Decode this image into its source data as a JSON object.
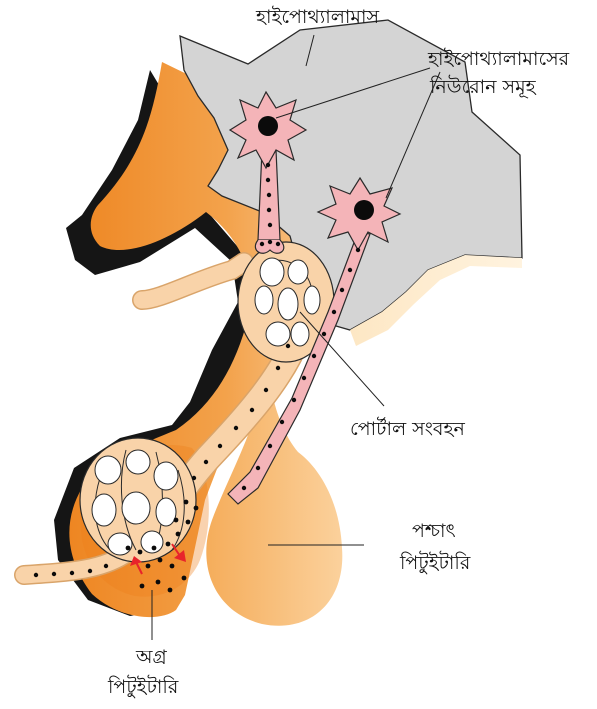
{
  "labels": {
    "hypothalamus": "হাইপোথ্যালামাস",
    "neurons_line1": "হাইপোথ্যালামাসের",
    "neurons_line2": "নিউরোন সমূহ",
    "portal": "পোর্টাল সংবহন",
    "posterior_line1": "পশ্চাৎ",
    "posterior_line2": "পিটুইটারি",
    "anterior_line1": "অগ্র",
    "anterior_line2": "পিটুইটারি"
  },
  "colors": {
    "hypothalamus_fill": "#d4d4d4",
    "orange_dark": "#f08c2a",
    "orange_light": "#f6bf7e",
    "posterior_fill": "#f7b96c",
    "vessel_fill": "#f9d3a9",
    "neuron_fill": "#f4b4b8",
    "arrow_red": "#e8232b"
  }
}
